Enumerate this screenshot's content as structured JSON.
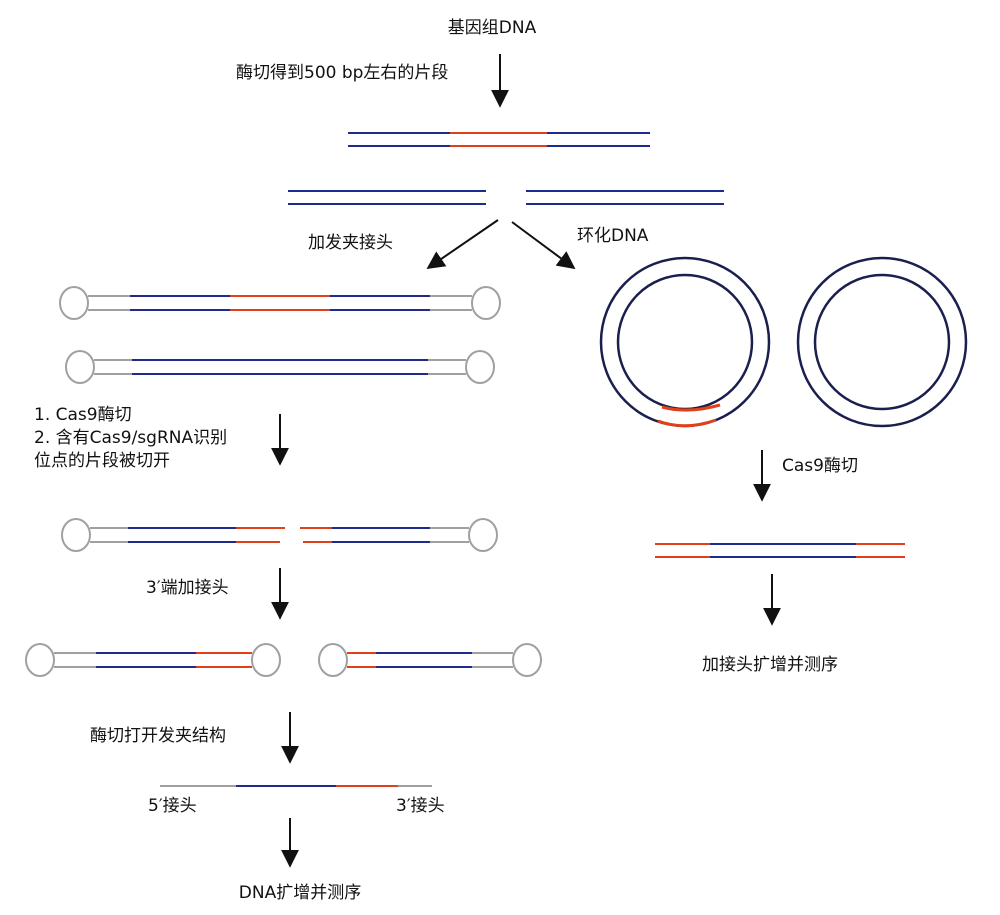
{
  "labels": {
    "genomic_dna": "基因组DNA",
    "digest_500bp": "酶切得到500 bp左右的片段",
    "add_hairpin": "加发夹接头",
    "circularize": "环化DNA",
    "step1_cas9": "1. Cas9酶切",
    "step2_cut": "2. 含有Cas9/sgRNA识别",
    "step2_cut_cont": "位点的片段被切开",
    "add_3prime_adapter": "3′端加接头",
    "open_hairpin": "酶切打开发夹结构",
    "adapter_5prime": "5′接头",
    "adapter_3prime": "3′接头",
    "dna_amplify_seq": "DNA扩增并测序",
    "cas9_digest": "Cas9酶切",
    "add_adapter_amplify_seq": "加接头扩增并测序"
  },
  "colors": {
    "dna_blue": "#1e2b8c",
    "target_red": "#e0401a",
    "adapter_gray": "#a0a0a0",
    "ring_navy": "#1a1f4e",
    "arrow": "#111111"
  }
}
